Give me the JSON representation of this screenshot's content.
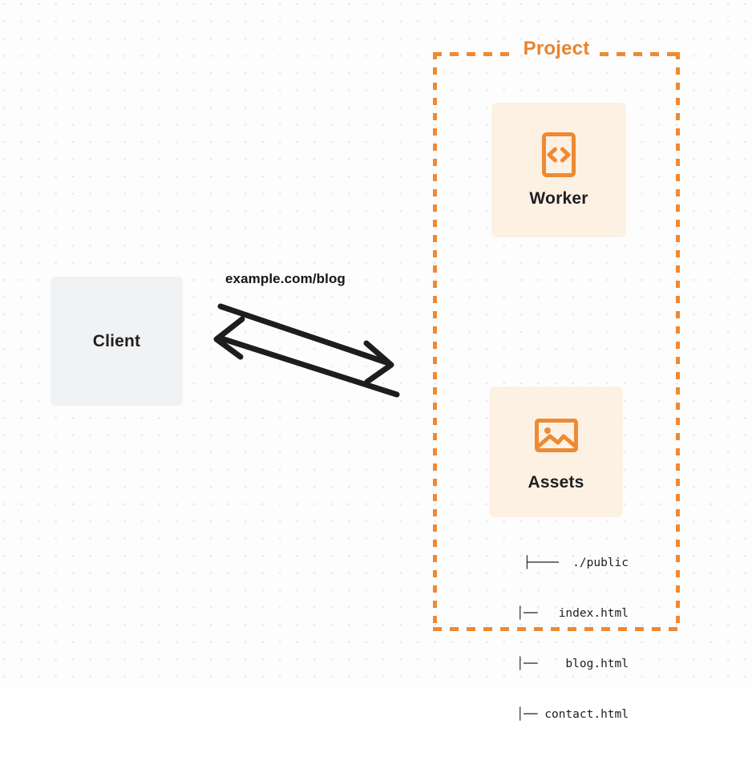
{
  "diagram": {
    "title": "Project",
    "background": {
      "style": "dot-grid",
      "dot_color": "#e9e9ec",
      "page_color": "#fdfdfd"
    },
    "colors": {
      "accent_orange": "#ee8a33",
      "title_orange": "#e9842f",
      "card_background": "#fdf1e4",
      "client_background": "#f1f2f4",
      "text_dark": "#1f1f1f",
      "arrow_color": "#1d1d1d"
    }
  },
  "client": {
    "label": "Client"
  },
  "connection": {
    "label": "example.com/blog",
    "request_direction": "client-to-project",
    "response_direction": "project-to-client"
  },
  "project": {
    "title": "Project",
    "services": [
      {
        "id": "worker",
        "label": "Worker",
        "icon": "code-brackets-icon"
      },
      {
        "id": "assets",
        "label": "Assets",
        "icon": "image-icon"
      }
    ]
  },
  "asset_tree": {
    "rows": [
      "├────  ./public",
      "│──   index.html",
      "│──    blog.html",
      "│── contact.html"
    ],
    "root": "./public",
    "files": [
      "index.html",
      "blog.html",
      "contact.html"
    ]
  }
}
